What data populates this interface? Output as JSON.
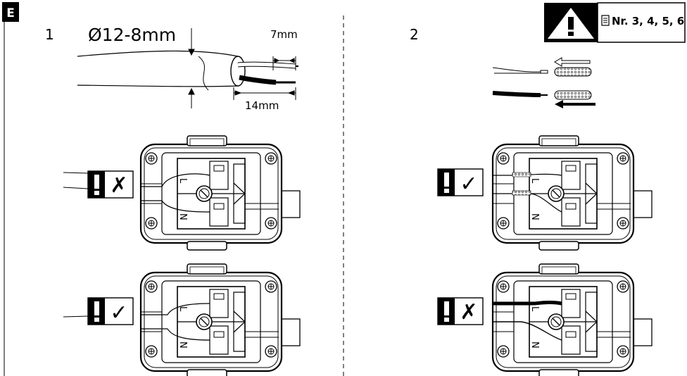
{
  "section_badge": "E",
  "panels": [
    {
      "number": "1",
      "cable_diameter": "Ø12-8mm",
      "strip_short": "7mm",
      "strip_long": "14mm",
      "checks": [
        {
          "mark": "✗",
          "status": "wrong"
        },
        {
          "mark": "✓",
          "status": "correct"
        }
      ]
    },
    {
      "number": "2",
      "checks": [
        {
          "mark": "✓",
          "status": "correct"
        },
        {
          "mark": "✗",
          "status": "wrong"
        }
      ]
    }
  ],
  "warning": {
    "icon": "warning-triangle-icon",
    "reference": "Nr. 3, 4, 5, 6"
  },
  "terminal_labels": {
    "live": "L",
    "neutral": "N"
  }
}
